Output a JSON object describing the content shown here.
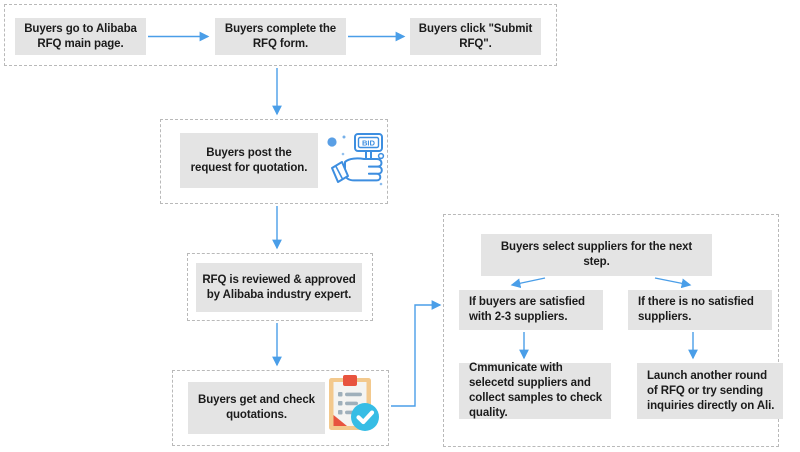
{
  "diagram": {
    "title": "Alibaba RFQ process flowchart",
    "accent_arrow_color": "#4a9ee8",
    "node_fill": "#e4e4e4",
    "group_border_color": "#b9b9b9",
    "text_color": "#1b1b1b"
  },
  "groups": [
    {
      "name": "row-one-group"
    },
    {
      "name": "post-rfq-group"
    },
    {
      "name": "review-group"
    },
    {
      "name": "quotations-group"
    },
    {
      "name": "supplier-decision-group"
    }
  ],
  "nodes": {
    "step1": "Buyers go to Alibaba RFQ main page.",
    "step2": "Buyers complete the RFQ form.",
    "step3": "Buyers click \"Submit RFQ\".",
    "step4": "Buyers post  the request for quotation.",
    "step5": "RFQ is reviewed & approved by Alibaba industry expert.",
    "step6": "Buyers get and check quotations.",
    "step7": "Buyers select suppliers for the next step.",
    "branch_satisfied": "If buyers are satisfied with 2-3 suppliers.",
    "branch_not_satisfied": "If there is no satisfied suppliers.",
    "outcome_satisfied": "Cmmunicate with selecetd suppliers and collect samples to check quality.",
    "outcome_not_satisfied": "Launch another round of RFQ or try sending inquiries directly on Ali."
  },
  "icons": {
    "bid_paddle": {
      "name": "bid-paddle-icon",
      "label": "BID",
      "color": "#3d8ee0"
    },
    "clipboard_check": {
      "name": "clipboard-check-icon",
      "clip_color": "#e8543f",
      "board_color": "#f5c98a",
      "check_color": "#36bde5"
    }
  }
}
